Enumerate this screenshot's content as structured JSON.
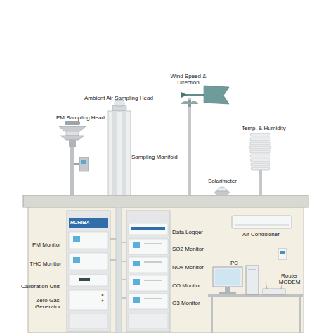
{
  "diagram": {
    "labels": [
      "Ambient Air Sampling Head",
      "PM Sampling Head",
      "Wind Speed & Direction",
      "Temp. & Humidity",
      "Sampling Manifold",
      "Solarimeter",
      "HORIBA",
      "Data Logger",
      "PM Monitor",
      "SO2 Monitor",
      "Air Conditioner",
      "THC Monitor",
      "NOx Monitor",
      "PC",
      "Router MODEM",
      "CO Monitor",
      "Calibration Unit",
      "Zero Gas Generator",
      "O3 Monitor"
    ]
  }
}
